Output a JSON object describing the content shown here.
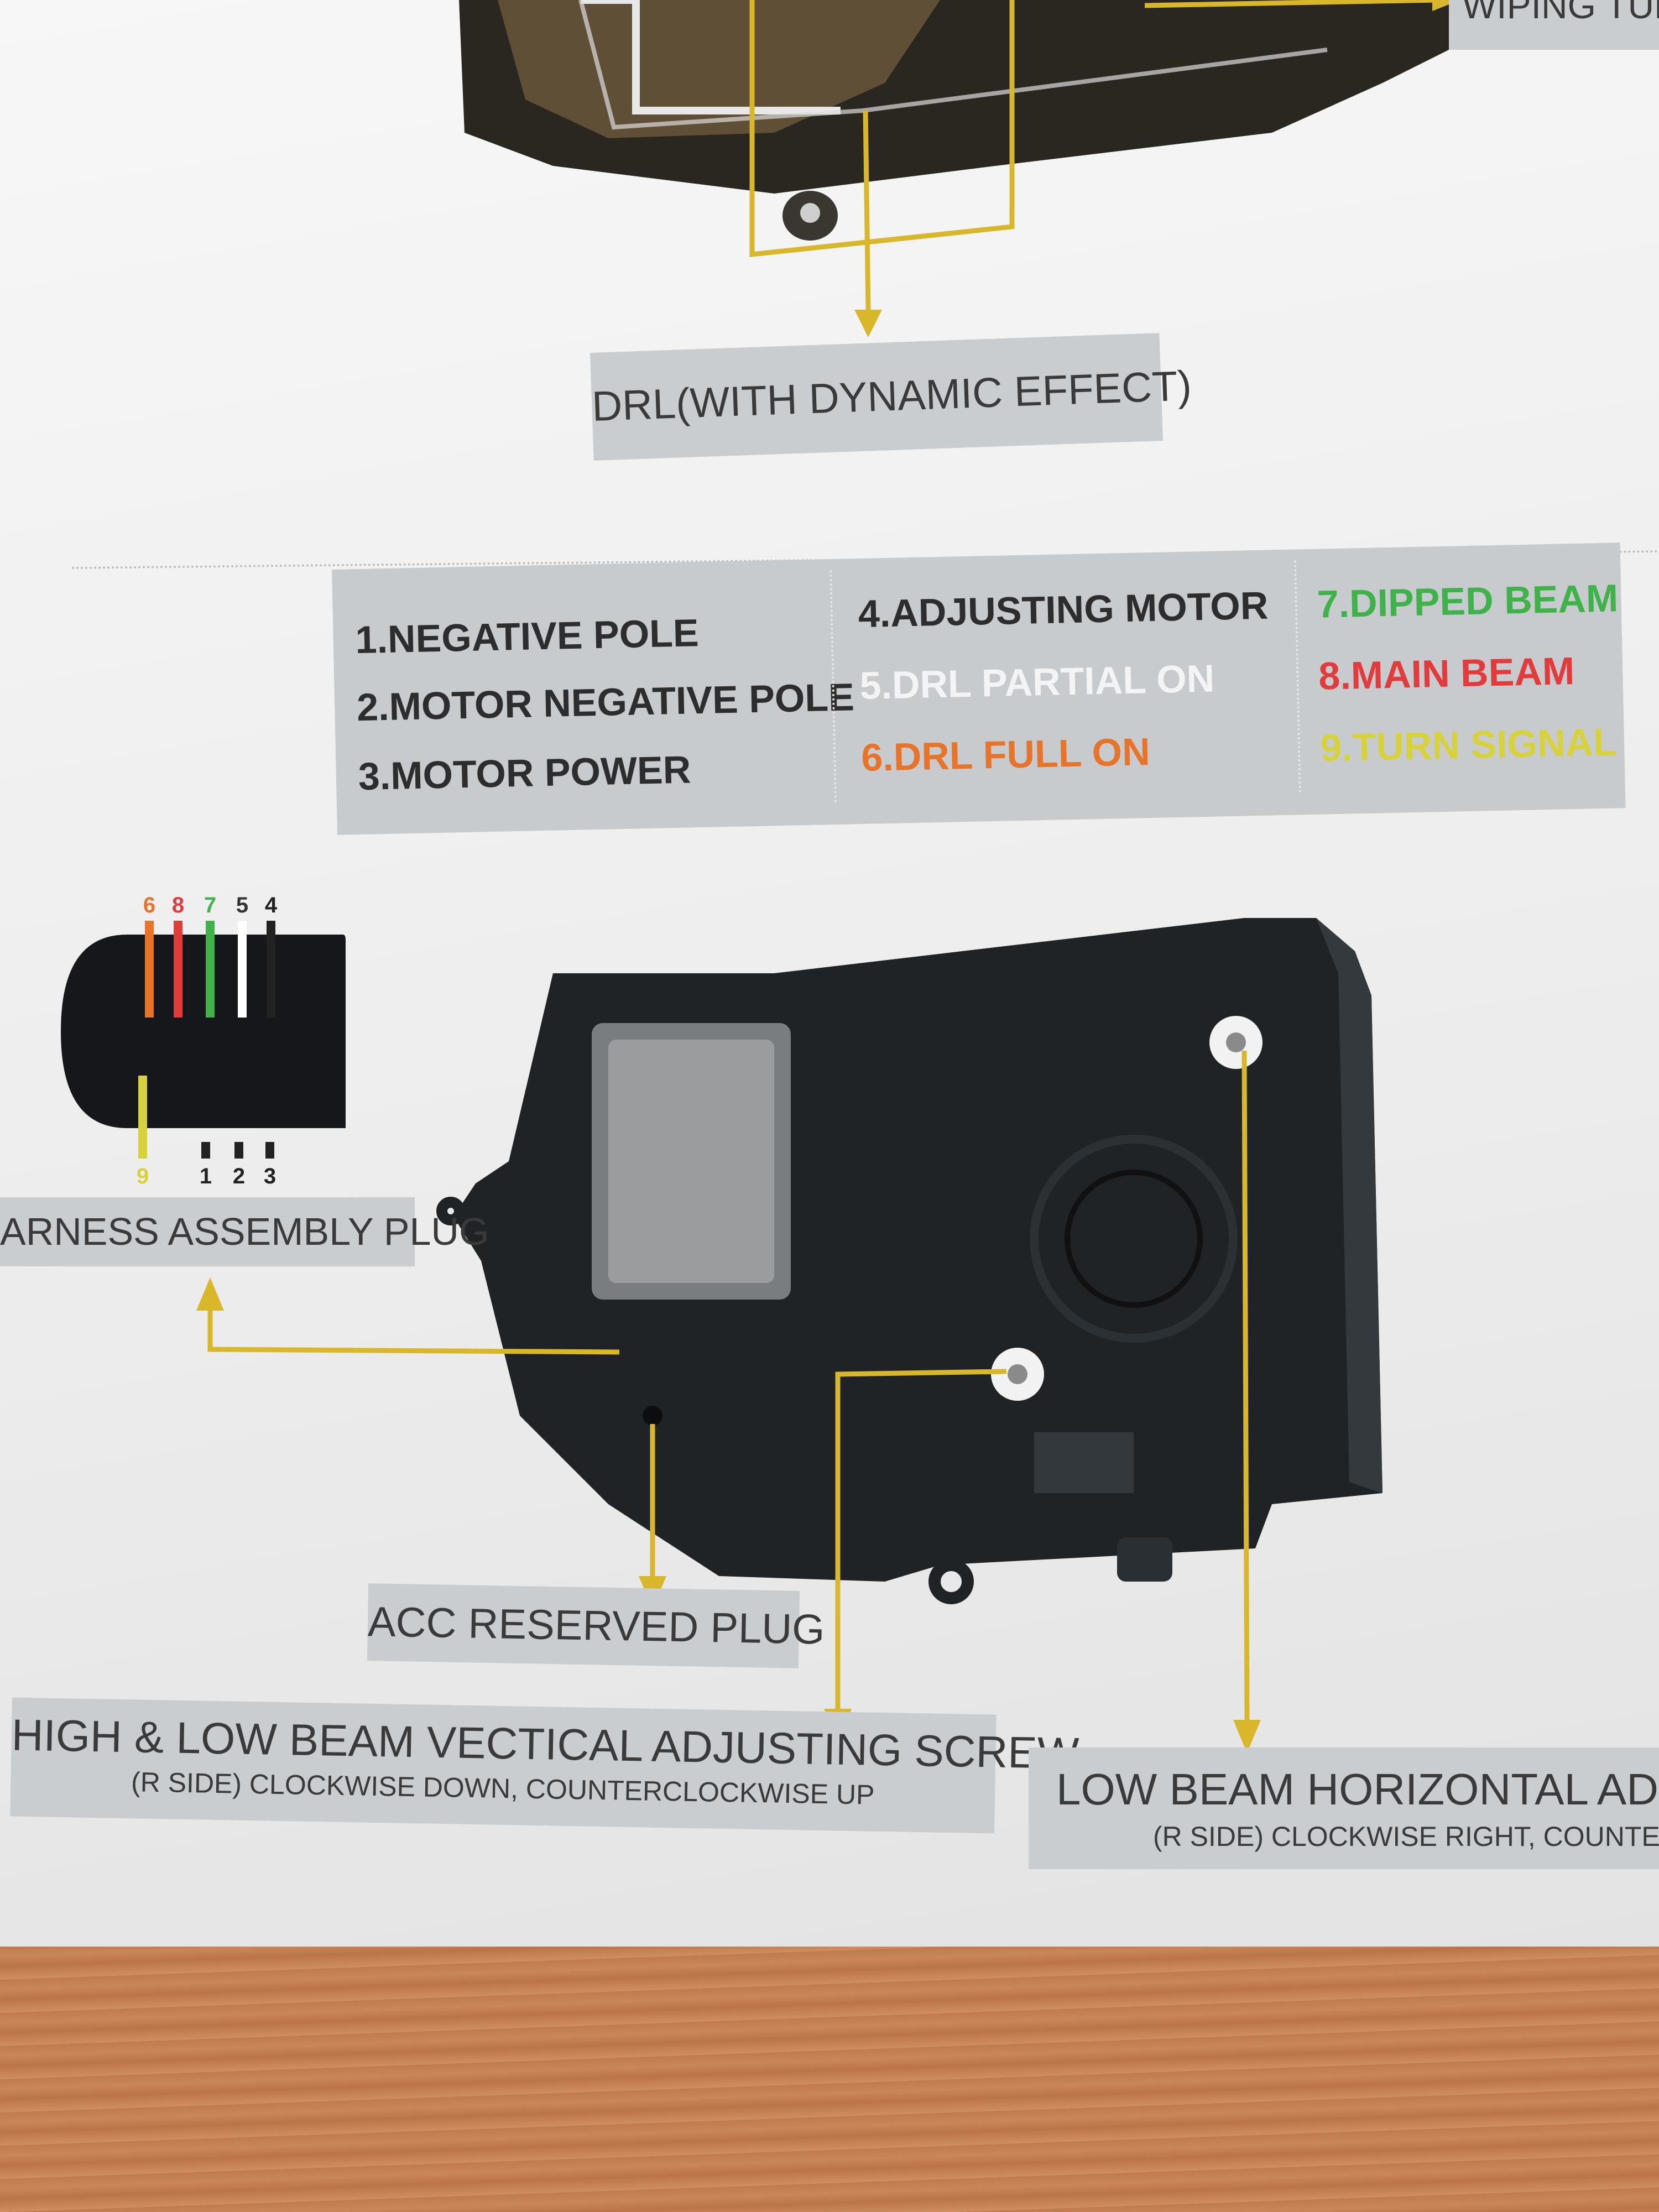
{
  "labels": {
    "wiping_turn": "WIPING TUR",
    "drl": "DRL(WITH DYNAMIC EFFECT)",
    "harness": "ARNESS ASSEMBLY PLUG",
    "acc": "ACC RESERVED PLUG",
    "high_low_title": "HIGH & LOW BEAM VECTICAL ADJUSTING SCREW",
    "high_low_sub": "(R SIDE)   CLOCKWISE DOWN, COUNTERCLOCKWISE UP",
    "low_horiz_title": "LOW BEAM HORIZONTAL ADJU",
    "low_horiz_sub": "(R SIDE)   CLOCKWISE RIGHT, COUNTERC"
  },
  "legend": [
    {
      "text": "1.NEGATIVE POLE",
      "color": "#2d2d2d"
    },
    {
      "text": "2.MOTOR NEGATIVE POLE",
      "color": "#2d2d2d"
    },
    {
      "text": "3.MOTOR POWER",
      "color": "#2d2d2d"
    },
    {
      "text": "4.ADJUSTING MOTOR",
      "color": "#2d2d2d"
    },
    {
      "text": "5.DRL PARTIAL ON",
      "color": "#f4f4f4"
    },
    {
      "text": "6.DRL FULL ON",
      "color": "#e8742a"
    },
    {
      "text": "7.DIPPED BEAM",
      "color": "#3fb34a"
    },
    {
      "text": "8.MAIN BEAM",
      "color": "#e23b3b"
    },
    {
      "text": "9.TURN SIGNAL",
      "color": "#d8d23a"
    }
  ],
  "connector": {
    "top_pins": [
      {
        "num": "6",
        "color": "#e8742a"
      },
      {
        "num": "8",
        "color": "#e23b3b"
      },
      {
        "num": "7",
        "color": "#3fb34a"
      },
      {
        "num": "5",
        "color": "#ffffff"
      },
      {
        "num": "4",
        "color": "#222222"
      }
    ],
    "bottom_pins": [
      {
        "num": "9",
        "color": "#d8d23a"
      },
      {
        "num": "1",
        "color": "#222222"
      },
      {
        "num": "2",
        "color": "#222222"
      },
      {
        "num": "3",
        "color": "#222222"
      }
    ]
  },
  "colors": {
    "arrow": "#d8b72a",
    "label_bg": "#c9cdd0",
    "housing": "#1f2326"
  }
}
